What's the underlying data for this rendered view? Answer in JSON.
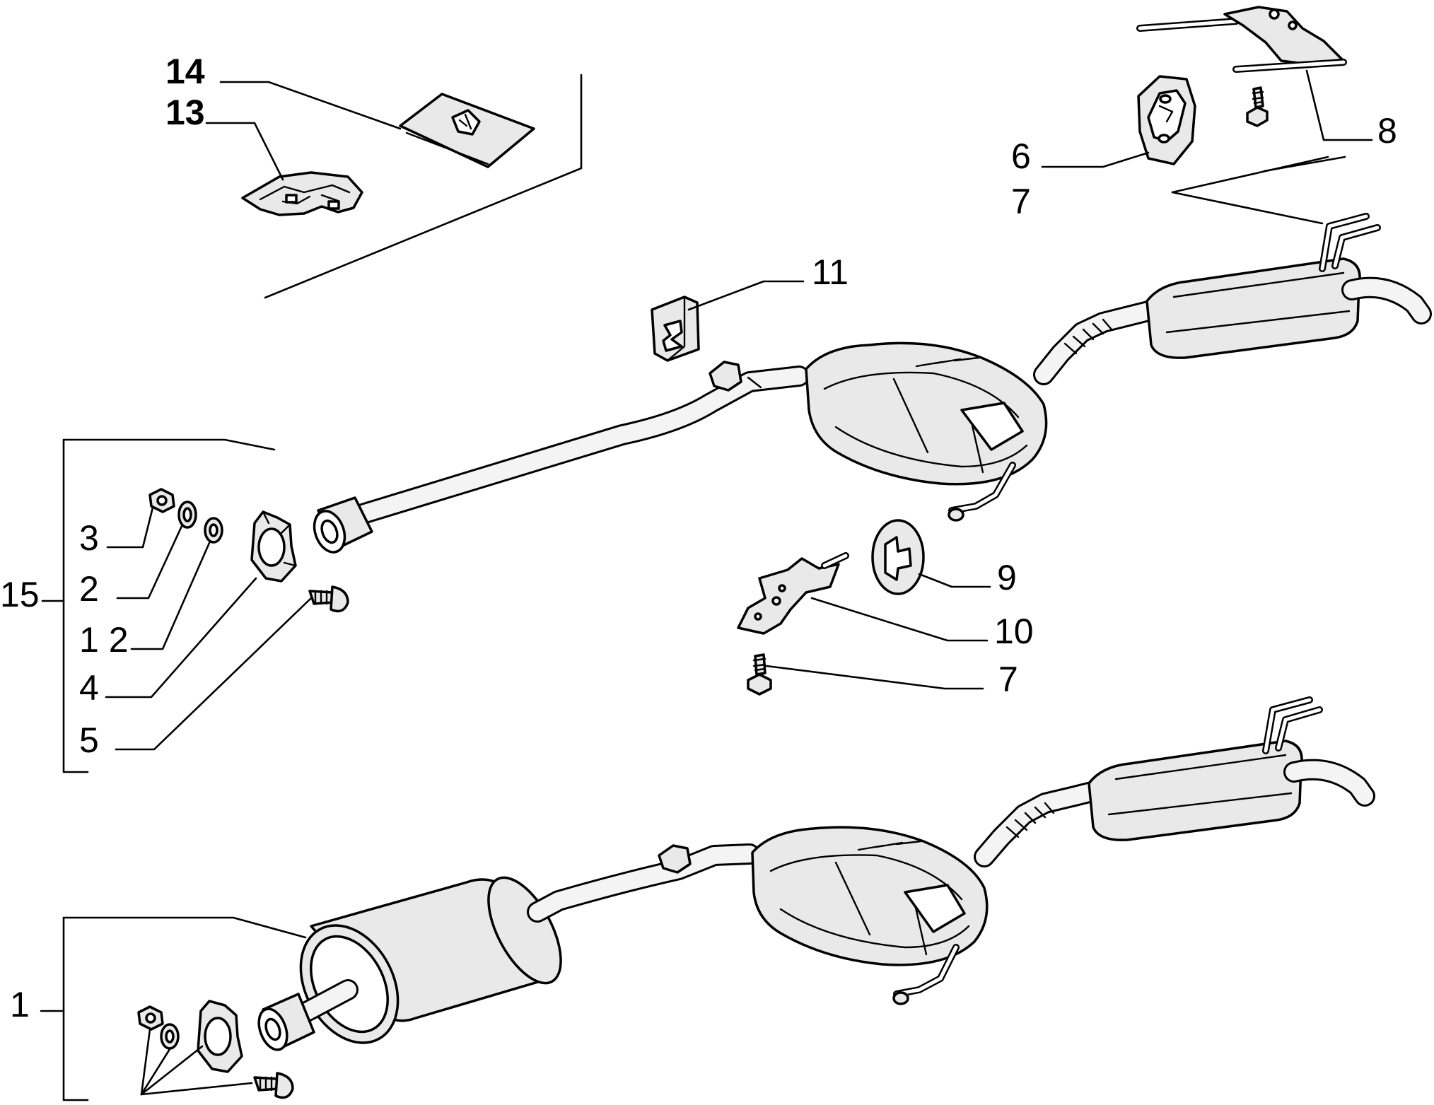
{
  "callouts": [
    {
      "id": "14",
      "label": "14"
    },
    {
      "id": "13",
      "label": "13"
    },
    {
      "id": "6",
      "label": "6"
    },
    {
      "id": "7a",
      "label": "7"
    },
    {
      "id": "8",
      "label": "8"
    },
    {
      "id": "11",
      "label": "11"
    },
    {
      "id": "15",
      "label": "15"
    },
    {
      "id": "3",
      "label": "3"
    },
    {
      "id": "2",
      "label": "2"
    },
    {
      "id": "12",
      "label": "1 2"
    },
    {
      "id": "4",
      "label": "4"
    },
    {
      "id": "5",
      "label": "5"
    },
    {
      "id": "9",
      "label": "9"
    },
    {
      "id": "10",
      "label": "10"
    },
    {
      "id": "7b",
      "label": "7"
    },
    {
      "id": "1",
      "label": "1"
    }
  ]
}
